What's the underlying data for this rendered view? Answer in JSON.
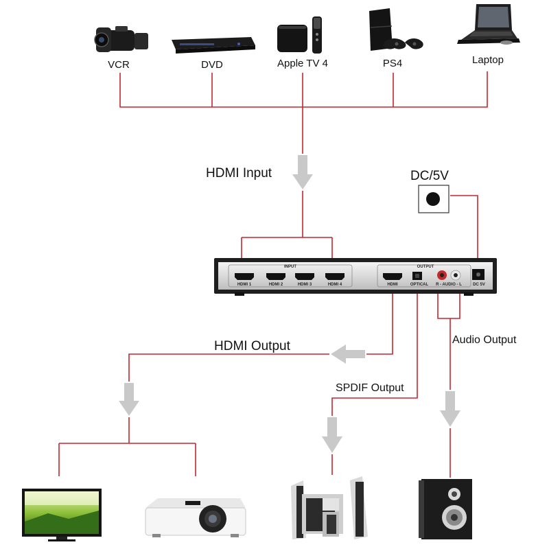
{
  "sources": [
    {
      "id": "vcr",
      "label": "VCR",
      "icon": "camcorder-icon"
    },
    {
      "id": "dvd",
      "label": "DVD",
      "icon": "dvd-player-icon"
    },
    {
      "id": "appletv",
      "label": "Apple TV 4",
      "icon": "apple-tv-icon"
    },
    {
      "id": "ps4",
      "label": "PS4",
      "icon": "game-console-icon"
    },
    {
      "id": "laptop",
      "label": "Laptop",
      "icon": "laptop-icon"
    }
  ],
  "flows": {
    "hdmi_input": "HDMI Input",
    "dc_power": "DC/5V",
    "hdmi_output": "HDMI Output",
    "spdif_output": "SPDIF Output",
    "audio_output": "Audio Output"
  },
  "device": {
    "input_group": "INPUT",
    "output_group": "OUTPUT",
    "inputs": [
      "HDMI 1",
      "HDMI 2",
      "HDMI 3",
      "HDMI 4"
    ],
    "out_hdmi": "HDMI",
    "out_optical": "OPTICAL",
    "out_audio": "R - AUDIO - L",
    "out_dc": "DC 5V"
  },
  "sinks": [
    {
      "id": "tv",
      "icon": "tv-icon"
    },
    {
      "id": "projector",
      "icon": "projector-icon"
    },
    {
      "id": "speaker-system",
      "icon": "speaker-system-icon"
    },
    {
      "id": "speaker",
      "icon": "speaker-icon"
    }
  ],
  "colors": {
    "wire": "#c4262e",
    "arrow": "#c9c9c9",
    "device_body": "#1f1f1f",
    "device_panel": "#e6e6e6"
  }
}
